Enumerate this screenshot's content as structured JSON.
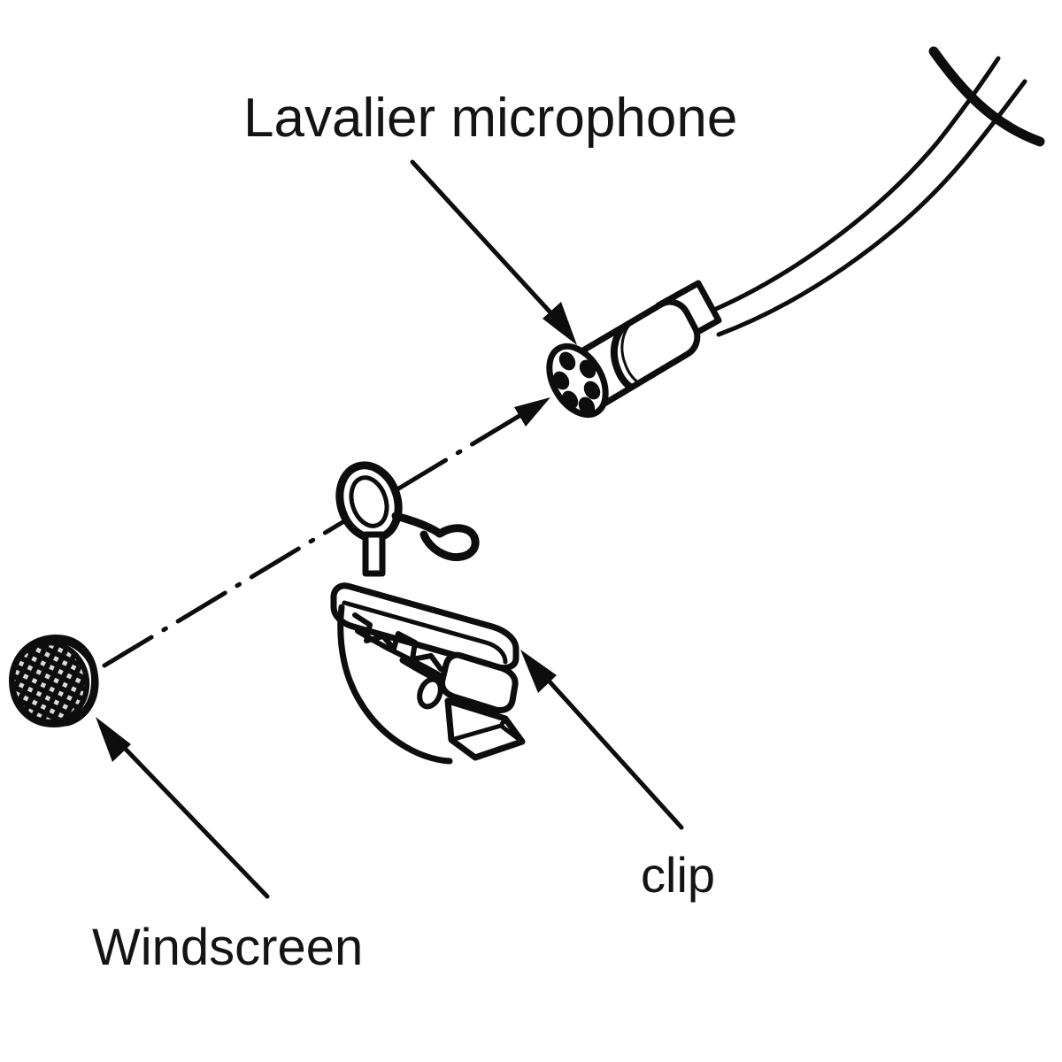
{
  "figure": {
    "title_label": "Lavalier microphone",
    "background_color": "#ffffff",
    "ink_color": "#0d0d0d",
    "description": "Exploded line-art assembly diagram of a lavalier (lapel) microphone showing the microphone capsule with attached cable, a tie clip with swivel ring, and a foam windscreen, aligned along a dash-dot assembly axis."
  },
  "labels": [
    {
      "id": "lavalier-microphone",
      "text": "Lavalier microphone",
      "points_to": "microphone-capsule"
    },
    {
      "id": "clip",
      "text": "clip",
      "points_to": "clip-body"
    },
    {
      "id": "windscreen",
      "text": "Windscreen",
      "points_to": "windscreen-dome"
    }
  ],
  "parts": [
    {
      "id": "microphone-capsule",
      "name": "microphone capsule",
      "detail": "cylindrical barrel with a six-hole grille face, a dark band ring and a strain-relief collar"
    },
    {
      "id": "cable",
      "name": "microphone cable",
      "detail": "twin-line curved cable leaving the capsule toward the upper right and exiting the frame"
    },
    {
      "id": "clip-body",
      "name": "tie clip",
      "detail": "spring tie-bar clip with toothed jaw, oval pivot hole and a flat rectangular foot"
    },
    {
      "id": "swivel-ring",
      "name": "swivel ring and hook",
      "detail": "oval ring with a hooked clasp mounted on a short post above the clip"
    },
    {
      "id": "windscreen-dome",
      "name": "windscreen",
      "detail": "dome-shaped foam cap drawn with cross-hatch mesh shading"
    },
    {
      "id": "assembly-axis",
      "name": "assembly centerline",
      "detail": "dash-dot line running from the windscreen through the clip ring up to the capsule grille, ending in an arrowhead"
    }
  ],
  "annotations": {
    "arrow_style": "solid triangular arrowhead",
    "axis_style": "dash-dot centerline"
  }
}
